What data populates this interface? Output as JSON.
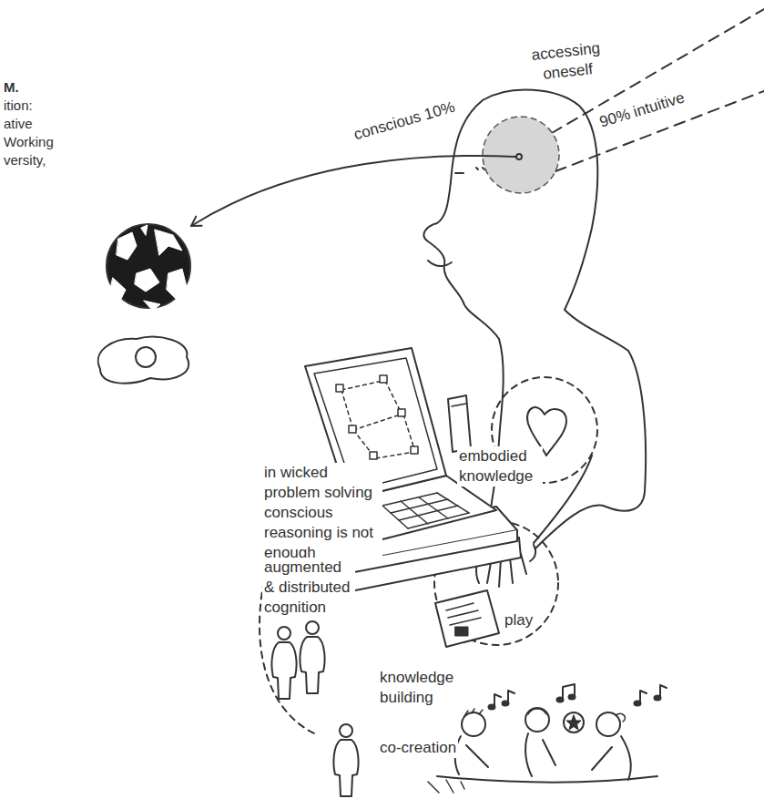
{
  "diagram": {
    "labels": [
      "M.",
      "ition:",
      "ative",
      "Working",
      "versity,",
      "accessing oneself",
      "conscious 10%",
      "90% intuitive",
      "embodied knowledge",
      "in wicked problem solving conscious reasoning is not enough",
      "augmented & distributed cognition",
      "play",
      "knowledge building",
      "co-creation"
    ]
  }
}
